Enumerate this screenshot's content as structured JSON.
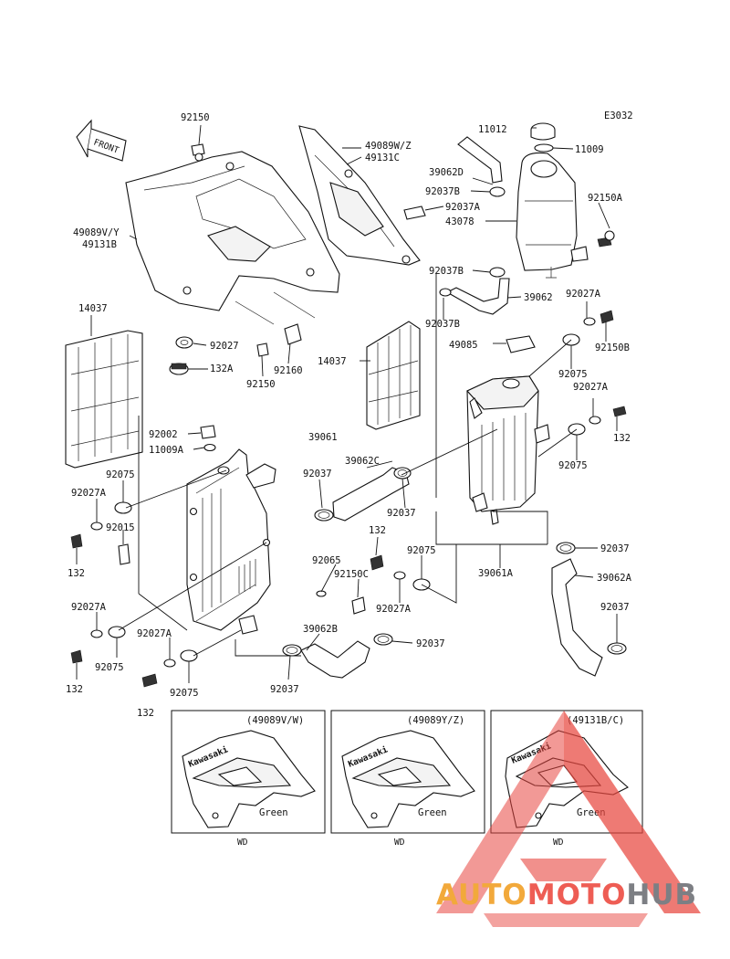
{
  "diagram": {
    "code": "E3032",
    "front_label": "FRONT",
    "labels": {
      "p92150_top": "92150",
      "p49089VY": "49089V/Y",
      "p49131B": "49131B",
      "p49089WZ": "49089W/Z",
      "p49131C": "49131C",
      "p11012": "11012",
      "p11009": "11009",
      "p39062D": "39062D",
      "p92037B_a": "92037B",
      "p92037A_top": "92037A",
      "p43078": "43078",
      "p92150A": "92150A",
      "p92037B_b": "92037B",
      "p39062": "39062",
      "p92037B_c": "92037B",
      "p14037_left": "14037",
      "p92027_mid": "92027",
      "p132A": "132A",
      "p92160": "92160",
      "p92150_mid": "92150",
      "p14037_center": "14037",
      "p92027A_r1": "92027A",
      "p92150B": "92150B",
      "p49085": "49085",
      "p92075_r1": "92075",
      "p92027A_r2": "92027A",
      "p132_r": "132",
      "p92002": "92002",
      "p11009A": "11009A",
      "p39061": "39061",
      "p39062C": "39062C",
      "p92037_l": "92037",
      "p92037_c": "92037",
      "p92075_r2": "92075",
      "p92075_l1": "92075",
      "p92027A_l1": "92027A",
      "p92015": "92015",
      "p132_l1": "132",
      "p132_c": "132",
      "p92065": "92065",
      "p92150C": "92150C",
      "p92075_c": "92075",
      "p92027A_c": "92027A",
      "p39061A": "39061A",
      "p92037_r1": "92037",
      "p39062A": "39062A",
      "p92037_r2": "92037",
      "p92027A_l2": "92027A",
      "p92075_l2": "92075",
      "p92027A_l3": "92027A",
      "p132_l2": "132",
      "p92075_l3": "92075",
      "p39062B": "39062B",
      "p92037_b1": "92037",
      "p92037_b2": "92037",
      "p132_bottom": "132"
    },
    "variants": [
      {
        "code": "(49089V/W)",
        "decal": "Kawasaki",
        "color": "Green",
        "region": "WD"
      },
      {
        "code": "(49089Y/Z)",
        "decal": "Kawasaki",
        "color": "Green",
        "region": "WD"
      },
      {
        "code": "(49131B/C)",
        "decal": "Kawasaki",
        "color": "Green",
        "region": "WD"
      }
    ]
  },
  "watermark": {
    "parts": [
      "AUTO",
      "MOTO",
      "HUB"
    ],
    "colors": {
      "auto": "#f2a93b",
      "moto": "#ee5d54",
      "hub": "#7d7f84",
      "triangle": "#e8463f"
    }
  }
}
